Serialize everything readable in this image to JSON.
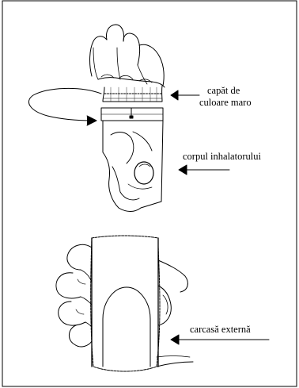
{
  "labels": {
    "brown_tip_line1": "capăt de",
    "brown_tip_line2": "culoare maro",
    "inhaler_body": "corpul inhalatorului",
    "outer_case": "carcasă externă"
  },
  "colors": {
    "ink": "#000000",
    "background": "#ffffff"
  }
}
